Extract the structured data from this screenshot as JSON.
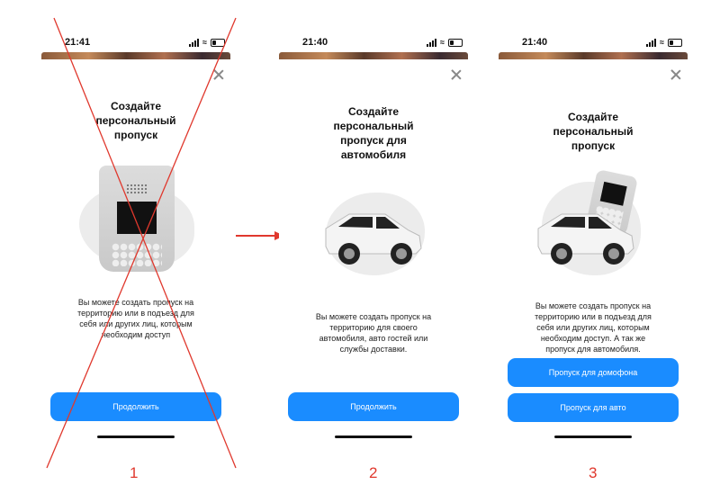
{
  "screens": [
    {
      "time": "21:41",
      "title": "Создайте\nперсональный\nпропуск",
      "description": "Вы можете создать пропуск на\nтерриторию или в подъезд для\nсебя или других лиц, которым\nнеобходим доступ",
      "button": "Продолжить",
      "number": "1",
      "crossed_out": true
    },
    {
      "time": "21:40",
      "title": "Создайте\nперсональный\nпропуск для\nавтомобиля",
      "description": "Вы можете создать пропуск на\nтерриторию для своего\nавтомобиля, авто гостей или\nслужбы доставки.",
      "button": "Продолжить",
      "number": "2"
    },
    {
      "time": "21:40",
      "title": "Создайте\nперсональный\nпропуск",
      "description": "Вы можете создать пропуск на\nтерриторию или в подъезд для\nсебя или других лиц, которым\nнеобходим доступ. А так же\nпропуск для автомобиля.",
      "button_intercom": "Пропуск для домофона",
      "button_car": "Пропуск для авто",
      "number": "3"
    }
  ],
  "colors": {
    "accent": "#1a8cff",
    "annotation": "#e0382d"
  }
}
